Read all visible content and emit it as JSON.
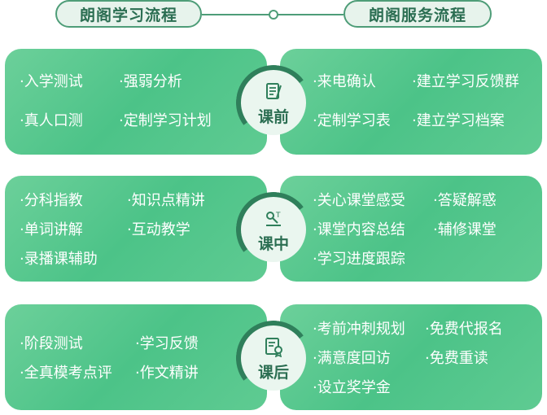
{
  "header": {
    "left_title": "朗阁学习流程",
    "right_title": "朗阁服务流程"
  },
  "stages": [
    {
      "label": "课前",
      "icon": "notebook-icon",
      "learning": [
        "·入学测试",
        "·强弱分析",
        "·真人口测",
        "·定制学习计划"
      ],
      "service": [
        "·来电确认",
        "·建立学习反馈群",
        "·定制学习表",
        "·建立学习档案"
      ]
    },
    {
      "label": "课中",
      "icon": "pen-writing-icon",
      "learning": [
        "·分科指教",
        "·知识点精讲",
        "·单词讲解",
        "·互动教学",
        "·录播课辅助"
      ],
      "service": [
        "·关心课堂感受",
        "·答疑解惑",
        "·课堂内容总结",
        "·辅修课堂",
        "·学习进度跟踪"
      ]
    },
    {
      "label": "课后",
      "icon": "certificate-icon",
      "learning": [
        "·阶段测试",
        "·学习反馈",
        "·全真模考点评",
        "·作文精讲"
      ],
      "service": [
        "·考前冲刺规划",
        "·免费代报名",
        "·满意度回访",
        "·免费重读",
        "·设立奖学金"
      ]
    }
  ],
  "colors": {
    "card_green": "#4cc388",
    "dark_green": "#2f7f5b",
    "header_text": "#2b6e52"
  }
}
